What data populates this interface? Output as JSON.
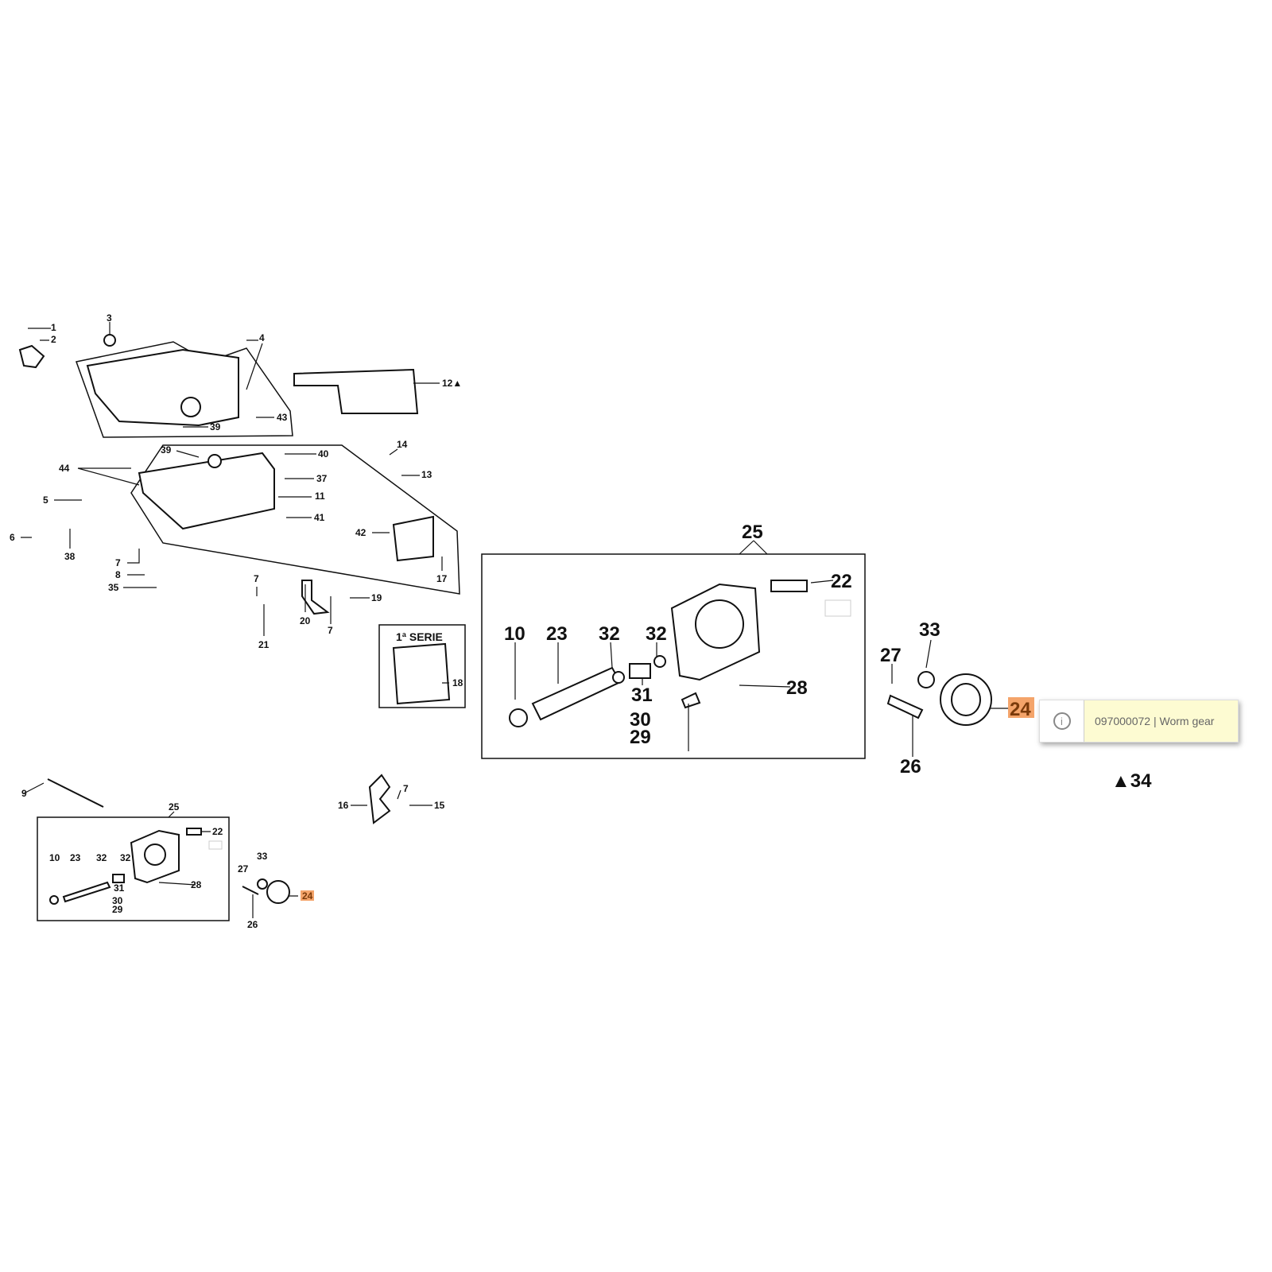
{
  "callouts": {
    "top": [
      "1",
      "2",
      "3",
      "4",
      "12▲",
      "43",
      "39",
      "39",
      "40",
      "44",
      "14",
      "13",
      "37",
      "5",
      "11",
      "41",
      "6",
      "38",
      "42",
      "7",
      "8",
      "35",
      "17",
      "7",
      "20",
      "7",
      "19",
      "21",
      "18"
    ],
    "series_label": "1ª SERIE",
    "large": [
      "25",
      "22",
      "10",
      "23",
      "32",
      "32",
      "31",
      "28",
      "30",
      "29",
      "33",
      "27",
      "24",
      "26"
    ],
    "triangle_note": "▲34",
    "small": [
      "9",
      "16",
      "7",
      "15",
      "25",
      "22",
      "10",
      "23",
      "32",
      "32",
      "31",
      "28",
      "30",
      "29",
      "27",
      "33",
      "24",
      "26"
    ]
  },
  "highlight_color": "#f4a46a",
  "tooltip": {
    "icon": "info-icon",
    "text": "097000072 | Worm gear"
  }
}
